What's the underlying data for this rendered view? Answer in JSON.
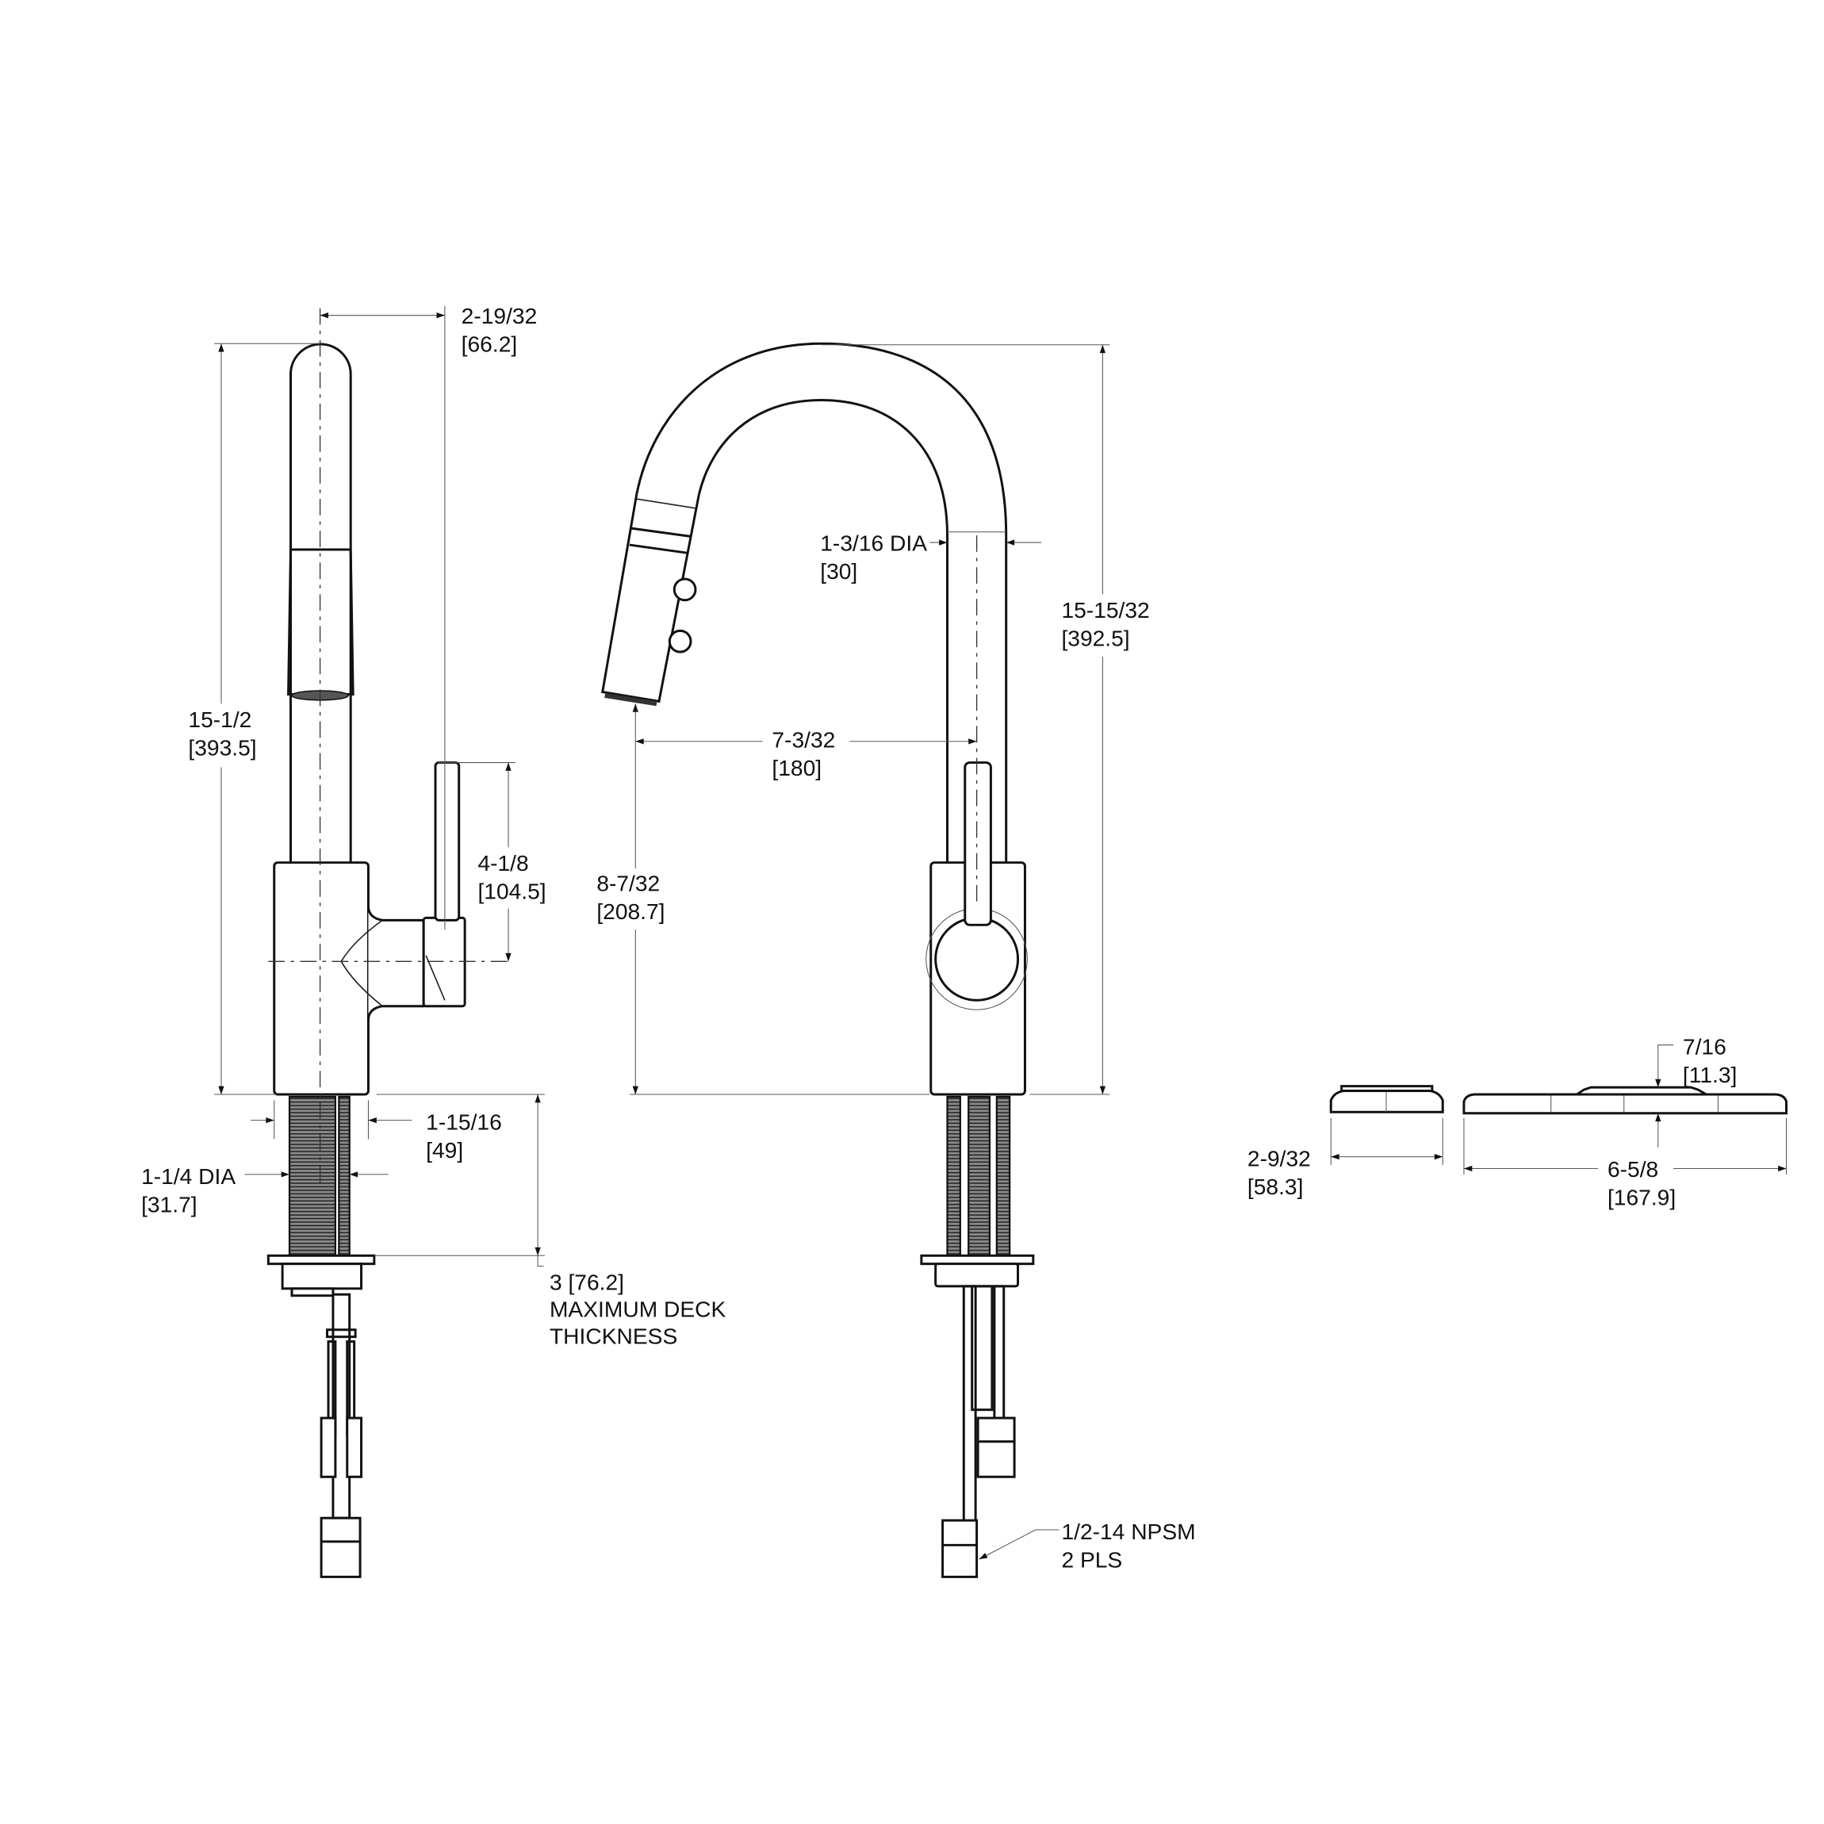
{
  "drawing": {
    "side_view": {
      "overall_width": {
        "imperial": "2-19/32",
        "metric": "[66.2]"
      },
      "overall_height": {
        "imperial": "15-1/2",
        "metric": "[393.5]"
      },
      "handle_height": {
        "imperial": "4-1/8",
        "metric": "[104.5]"
      },
      "base_diameter": {
        "imperial": "1-15/16",
        "metric": "[49]"
      },
      "shank_diameter": {
        "imperial": "1-1/4 DIA",
        "metric": "[31.7]"
      },
      "deck_thickness": {
        "line1": "3 [76.2]",
        "line2": "MAXIMUM DECK",
        "line3": "THICKNESS"
      }
    },
    "front_view": {
      "spout_diameter": {
        "imperial": "1-3/16 DIA",
        "metric": "[30]"
      },
      "overall_height": {
        "imperial": "15-15/32",
        "metric": "[392.5]"
      },
      "spout_reach": {
        "imperial": "7-3/32",
        "metric": "[180]"
      },
      "spout_clearance": {
        "imperial": "8-7/32",
        "metric": "[208.7]"
      },
      "connection": {
        "line1": "1/2-14 NPSM",
        "line2": "2 PLS"
      }
    },
    "escutcheons": {
      "small_width": {
        "imperial": "2-9/32",
        "metric": "[58.3]"
      },
      "plate_width": {
        "imperial": "6-5/8",
        "metric": "[167.9]"
      },
      "plate_height": {
        "imperial": "7/16",
        "metric": "[11.3]"
      }
    }
  }
}
